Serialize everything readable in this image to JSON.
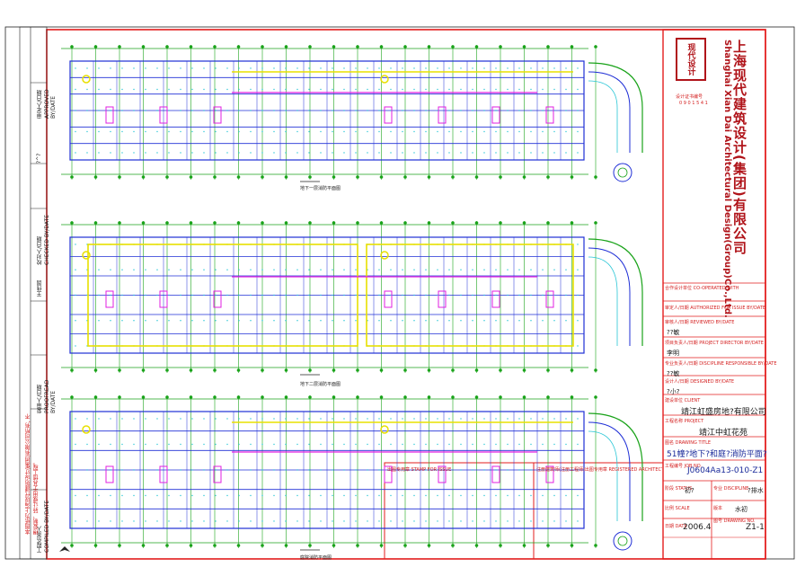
{
  "company": {
    "name_cn": "上海现代建筑设计(集团)有限公司",
    "name_en": "Shanghai Xian Dai Architectural Design(Group)Co.,Ltd.",
    "logo_text": "现代设计",
    "code_line1": "设计证书编号",
    "code_line2": "0 9 0 1 5 4 1"
  },
  "left_strip": {
    "approved": "审定人/日期 APPROVED BY/DATE",
    "approved_value": "?^?",
    "checked": "校对人/日期 CHECKED BY/DATE",
    "checked_value": "王伟国",
    "proofread": "复审人/日期 PROOFREAD BY/DATE",
    "compiled": "工程负责人 COMPILED BY/DATE",
    "note": "本图纸为上海现代建筑设计(集团)有限公司所有, 不得复制、转让或用于其他工程。"
  },
  "title_block": {
    "co_operated": "合作设计单位 CO-OPERATED WITH",
    "authorized": "审定人/日期 AUTHORIZED FOR ISSUE BY/DATE",
    "reviewed": "审核人/日期 REVIEWED BY/DATE",
    "reviewed_value": "??敏",
    "project_director": "项目负责人/日期 PROJECT DIRECTOR BY/DATE",
    "project_director_value": "李明",
    "discipline_resp": "专业负责人/日期 DISCIPLINE RESPONSIBLE BY/DATE",
    "discipline_resp_value": "??敏",
    "designed": "设计人/日期 DESIGNED BY/DATE",
    "designed_value": "?小?",
    "client_label": "建设单位 CLIENT",
    "client": "靖江虹盛房地?有限公司",
    "project_label": "工程名称 PROJECT",
    "project": "靖江中虹花苑",
    "drawing_title_label": "图名 DRAWING TITLE",
    "drawing_title": "51幢?地下?和庭?消防平面?",
    "job_no_label": "工程编号 JOB NO.",
    "job_no": "J0604Aa13-010-Z1",
    "status_label": "阶段 STATUS",
    "status": "初?",
    "discipline_label": "专业 DISCIPLINE",
    "discipline": "?排水",
    "scale_label": "比例 SCALE",
    "date_label": "日期 DATE",
    "date": "2006.4",
    "version_label": "版本",
    "version": "水初",
    "drawing_no_label": "图号 DRAWING NO.",
    "drawing_no": "Z1-1",
    "stamp_issue": "出图专用章 STAMP FOR ISSUE",
    "stamp_architect": "注册建筑师(注册工程师)出图专用章 REGISTERED ARCHITECT (REGISTERED ENGINEER) STAMP"
  },
  "plans": [
    {
      "caption": "地下一层消防平面图"
    },
    {
      "caption": "地下二层消防平面图"
    },
    {
      "caption": "庭院消防平面图"
    }
  ],
  "colors": {
    "border": "#e31c1c",
    "grid": "#1f2fd6",
    "dim": "#1aa31a",
    "wall": "#e8e000",
    "pipe": "#e21fe0",
    "cyan": "#29c6d6",
    "logo": "#b0141a"
  }
}
